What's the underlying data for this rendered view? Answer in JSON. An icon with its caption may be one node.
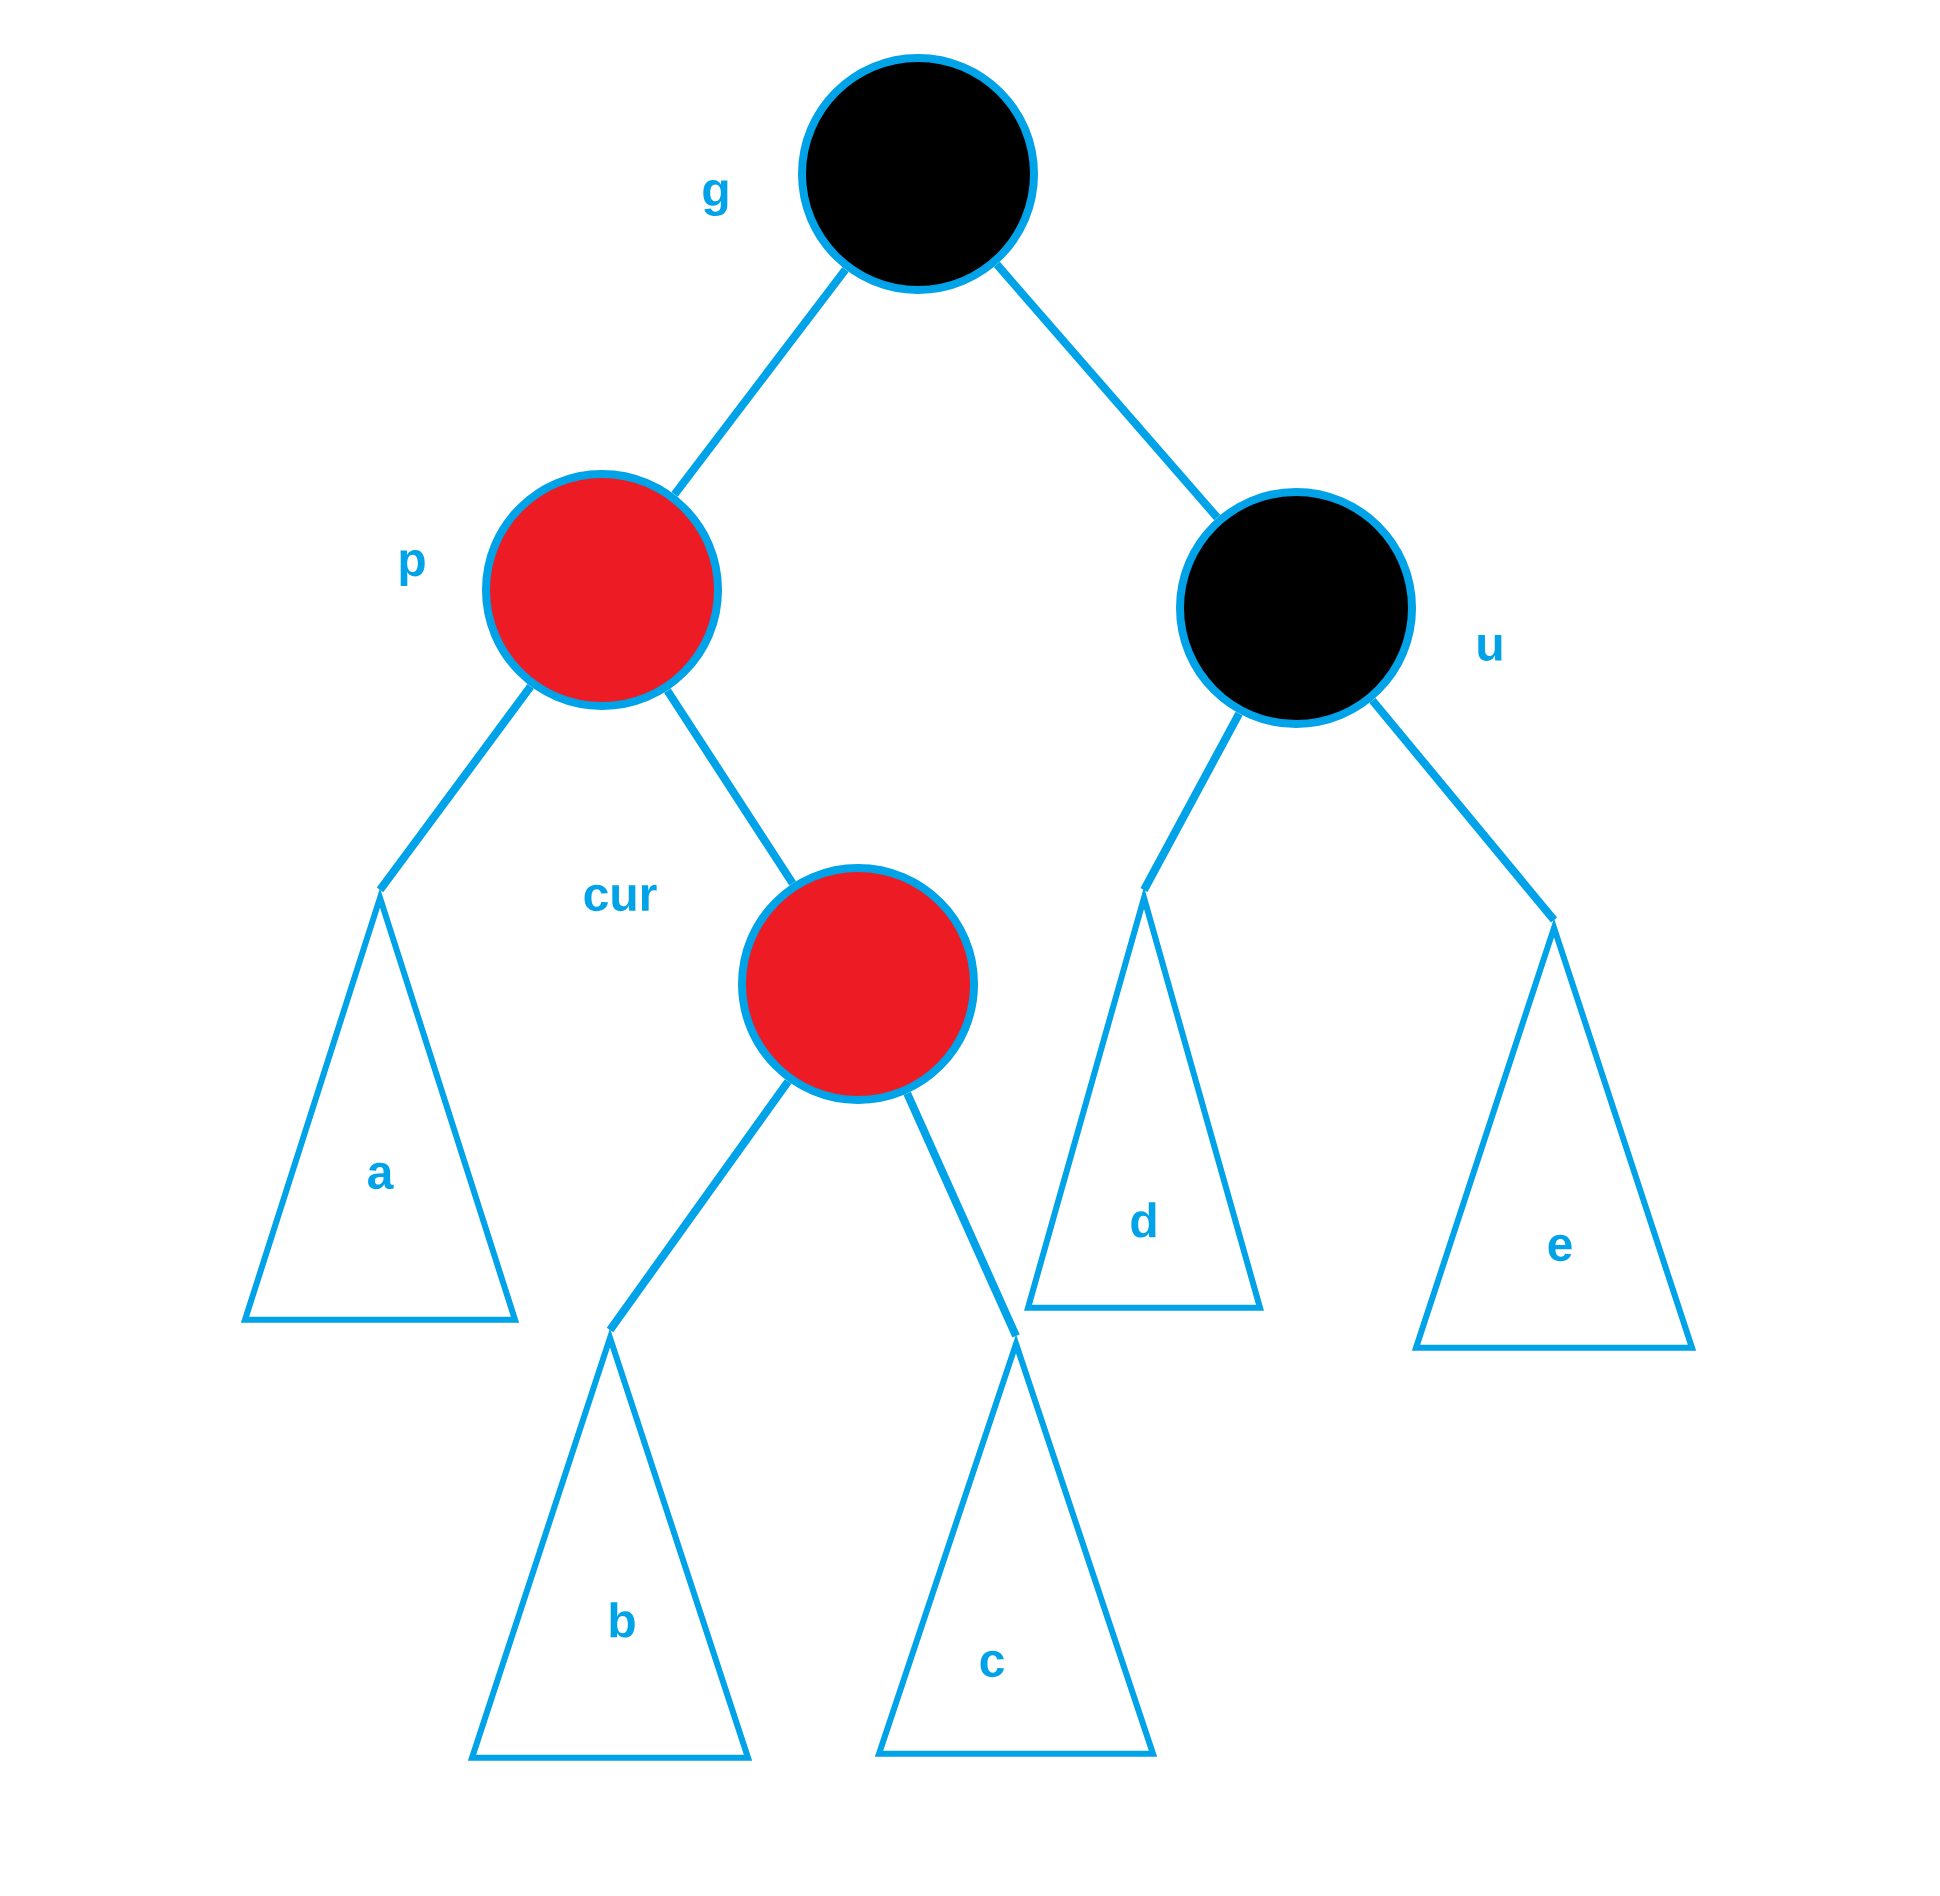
{
  "diagram": {
    "nodes": [
      {
        "text": [],
        "shape": "circle",
        "beside": [
          "g"
        ]
      },
      {
        "text": [],
        "shape": "circle",
        "beside": [
          "p"
        ]
      },
      {
        "text": [],
        "shape": "circle",
        "beside": [
          "u"
        ]
      },
      {
        "text": [
          "a"
        ]
      },
      {
        "text": [],
        "shape": "circle",
        "beside": [
          "cur"
        ]
      },
      {
        "text": [
          "d"
        ]
      },
      {
        "text": [
          "e"
        ]
      },
      {
        "text": [
          "b"
        ]
      },
      {
        "text": [
          "c"
        ]
      }
    ],
    "edges": [
      {
        "from": 0,
        "to": 1,
        "arrow": "none"
      },
      {
        "from": 0,
        "to": 2,
        "arrow": "none"
      },
      {
        "from": 1,
        "to": 3,
        "arrow": "none"
      },
      {
        "from": 1,
        "to": 4,
        "arrow": "none"
      },
      {
        "from": 2,
        "to": 5,
        "arrow": "none"
      },
      {
        "from": 2,
        "to": 6,
        "arrow": "none"
      },
      {
        "from": 4,
        "to": 7,
        "arrow": "none"
      },
      {
        "from": 4,
        "to": 8,
        "arrow": "none"
      }
    ]
  }
}
